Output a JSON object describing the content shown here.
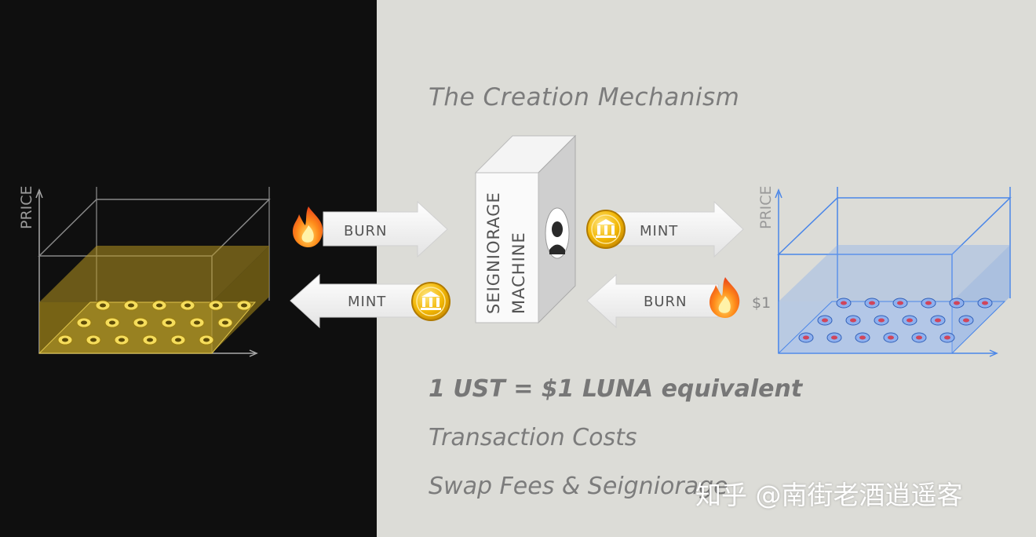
{
  "title": "The Creation Mechanism",
  "machine_label_1": "SEIGNIORAGE",
  "machine_label_2": "MACHINE",
  "left_chart": {
    "axis_label": "PRICE"
  },
  "right_chart": {
    "axis_label": "PRICE",
    "peg_label": "$1"
  },
  "arrows": {
    "top_left": "BURN",
    "bottom_left": "MINT",
    "top_right": "MINT",
    "bottom_right": "BURN"
  },
  "equation": "1 UST = $1 LUNA equivalent",
  "transaction_costs": "Transaction Costs",
  "swap_fees": "Swap Fees & Seigniorage",
  "watermark": "知乎 @南街老酒逍遥客",
  "colors": {
    "left_bg": "#0f0f0f",
    "right_bg": "#dcdcd7",
    "gold": "#c9a227",
    "blue": "#3b7ee6"
  },
  "icons": [
    "fire-icon",
    "bank-coin-icon",
    "portrait-icon"
  ]
}
